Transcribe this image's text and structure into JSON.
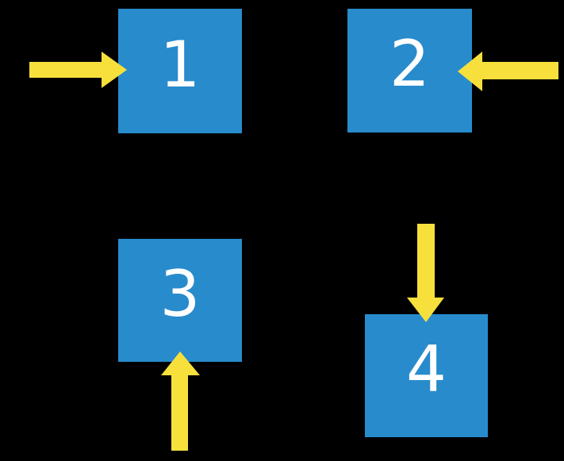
{
  "diagram": {
    "title": "four-numbered-boxes-with-arrows",
    "background_color": "#000000",
    "colors": {
      "box_fill": "#288BCC",
      "arrow_fill": "#F7E03C",
      "label_text": "#FFFFFF"
    },
    "boxes": [
      {
        "label": "1",
        "position": "top-left",
        "arrow_direction": "right",
        "arrow_enters_side": "left"
      },
      {
        "label": "2",
        "position": "top-right",
        "arrow_direction": "left",
        "arrow_enters_side": "right"
      },
      {
        "label": "3",
        "position": "bottom-left",
        "arrow_direction": "up",
        "arrow_enters_side": "bottom"
      },
      {
        "label": "4",
        "position": "bottom-right",
        "arrow_direction": "down",
        "arrow_enters_side": "top"
      }
    ]
  }
}
